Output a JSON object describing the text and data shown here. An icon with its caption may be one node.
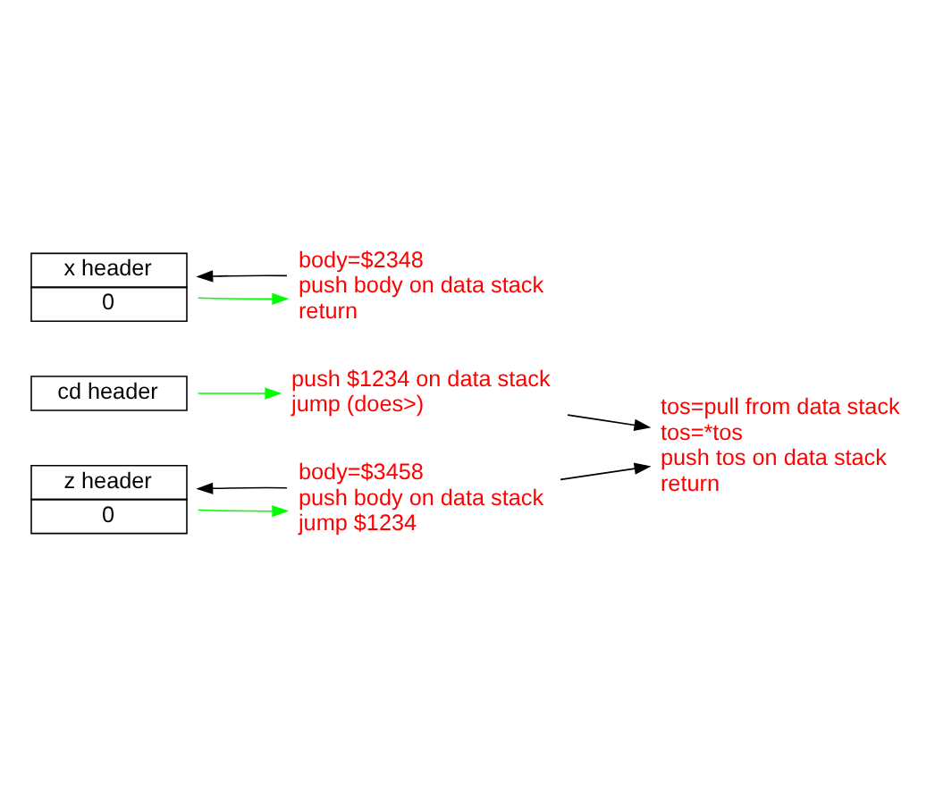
{
  "diagram": {
    "nodes": [
      {
        "text": [
          "cd header"
        ]
      },
      {
        "text": [
          "x header",
          "0"
        ]
      },
      {
        "text": [
          "z header",
          "0"
        ]
      },
      {
        "text": [
          "push $1234 on data stack",
          "jump (does>)"
        ]
      },
      {
        "text": [
          "tos=pull from data stack",
          "tos=*tos",
          "push tos on data stack",
          "return"
        ]
      },
      {
        "text": [
          "body=$2348",
          "push body on data stack",
          "return"
        ]
      },
      {
        "text": [
          "body=$3458",
          "push body on data stack",
          "jump $1234"
        ]
      }
    ],
    "edges": [
      {
        "from": 0,
        "to": 3,
        "arrow": "to",
        "color": "#00ff00"
      },
      {
        "from": 3,
        "to": 4,
        "arrow": "to"
      },
      {
        "from": 1,
        "to": 5,
        "arrow": "to",
        "color": "#00ff00"
      },
      {
        "from": 5,
        "to": 1,
        "arrow": "to"
      },
      {
        "from": 2,
        "to": 6,
        "arrow": "to",
        "color": "#00ff00"
      },
      {
        "from": 6,
        "to": 2,
        "arrow": "to"
      },
      {
        "from": 6,
        "to": 4,
        "arrow": "to"
      }
    ]
  }
}
